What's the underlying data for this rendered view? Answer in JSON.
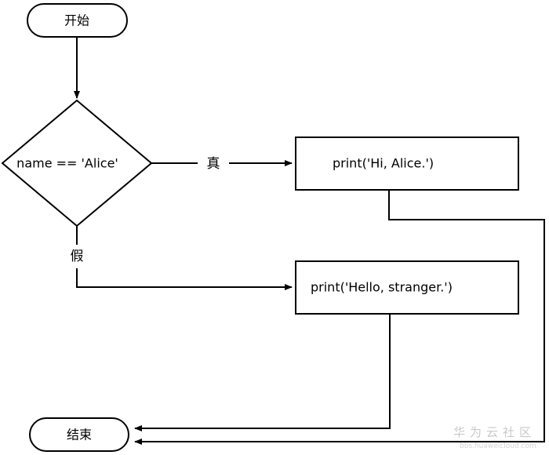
{
  "flowchart": {
    "start_label": "开始",
    "decision_label": "name == 'Alice'",
    "true_branch_label": "真",
    "false_branch_label": "假",
    "action_true_label": "print('Hi, Alice.')",
    "action_false_label": "print('Hello, stranger.')",
    "end_label": "结束"
  },
  "watermark": {
    "brand": "华为云社区",
    "url": "bbs.huaweicloud.com"
  }
}
